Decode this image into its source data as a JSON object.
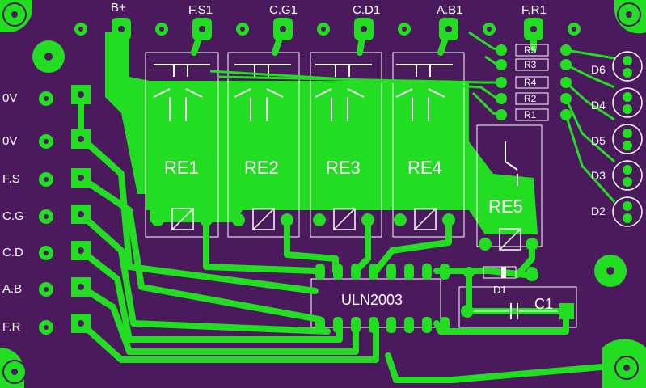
{
  "colors": {
    "board": "#4a1a5c",
    "copper": "#22dd22",
    "silk": "#ffffff"
  },
  "top_labels": [
    "B+",
    "F.S1",
    "C.G1",
    "C.D1",
    "A.B1",
    "F.R1"
  ],
  "left_labels": [
    "0V",
    "0V",
    "F.S",
    "C.G",
    "C.D",
    "A.B",
    "F.R"
  ],
  "relays": [
    "RE1",
    "RE2",
    "RE3",
    "RE4",
    "RE5"
  ],
  "resistors": [
    "R5",
    "R3",
    "R4",
    "R2",
    "R1"
  ],
  "diodes": [
    "D6",
    "D4",
    "D5",
    "D3",
    "D2"
  ],
  "ic_label": "ULN2003",
  "diode_label": "D1",
  "capacitor_label": "C1"
}
